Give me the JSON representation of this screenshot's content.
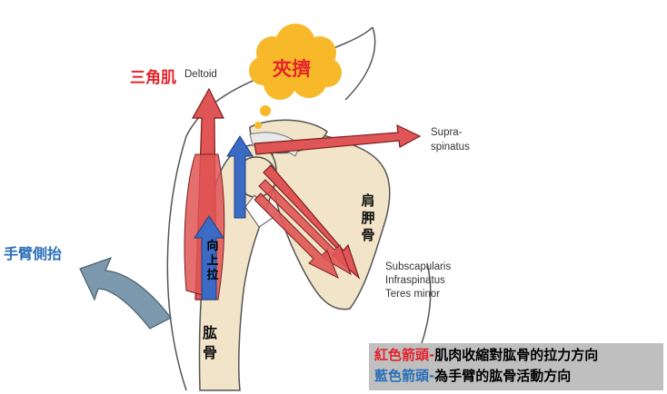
{
  "labels": {
    "deltoid_cn": "三角肌",
    "deltoid_en": "Deltoid",
    "impingement": "夾擠",
    "supraspinatus_line1": "Supra-",
    "supraspinatus_line2": "spinatus",
    "scapula": "肩胛骨",
    "subscapularis": "Subscapularis",
    "infraspinatus": "Infraspinatus",
    "teres_minor": "Teres minor",
    "arm_abduction": "手臂側抬",
    "pull_up": "向上拉",
    "humerus": "肱骨"
  },
  "legend": {
    "red_key": "紅色箭頭-",
    "red_text": "肌肉收縮對肱骨的拉力方向",
    "blue_key": "藍色箭頭-",
    "blue_text": "為手臂的肱骨活動方向"
  },
  "colors": {
    "muscle_red": "#e05555",
    "red_text": "#e3242b",
    "blue_arrow": "#3b6bc4",
    "gray_arrow": "#7c98ac",
    "bone": "#f1e4c8",
    "cloud": "#f7b829",
    "legend_bg": "#bfbfbf"
  }
}
